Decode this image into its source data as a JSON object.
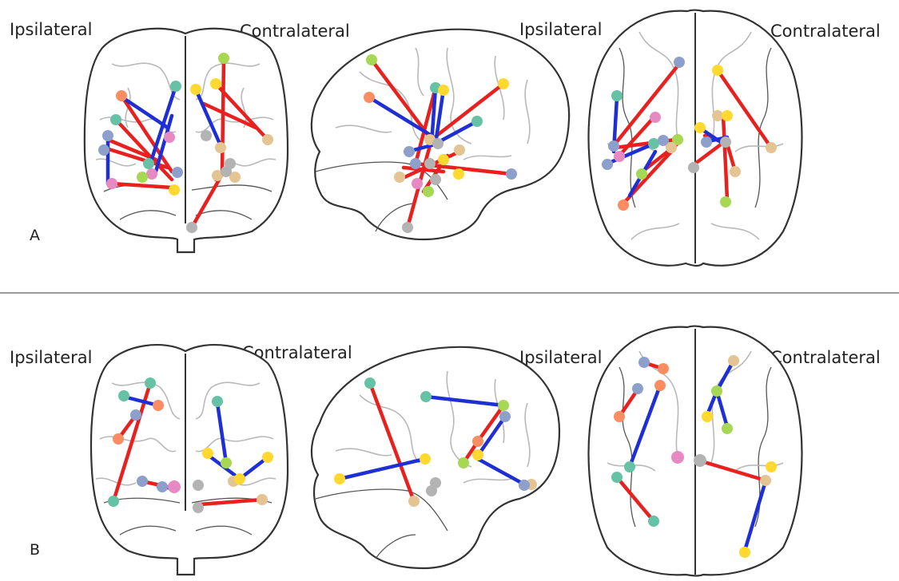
{
  "panel_a": {
    "letter": "A",
    "label_ipsi_left": "Ipsilateral",
    "label_contra_left": "Contralateral",
    "label_ipsi_right": "Ipsilateral",
    "label_contra_right": "Contralateral"
  },
  "panel_b": {
    "letter": "B",
    "label_ipsi_left": "Ipsilateral",
    "label_contra_left": "Contralateral",
    "label_ipsi_right": "Ipsilateral",
    "label_contra_right": "Contralateral"
  },
  "colors": {
    "red_edge": "#e8211f",
    "blue_edge": "#1f2fd6",
    "node_palette": [
      "#66c2a5",
      "#fc8d62",
      "#8da0cb",
      "#e78ac3",
      "#a6d854",
      "#ffd92f",
      "#e5c494",
      "#b3b3b3"
    ]
  }
}
